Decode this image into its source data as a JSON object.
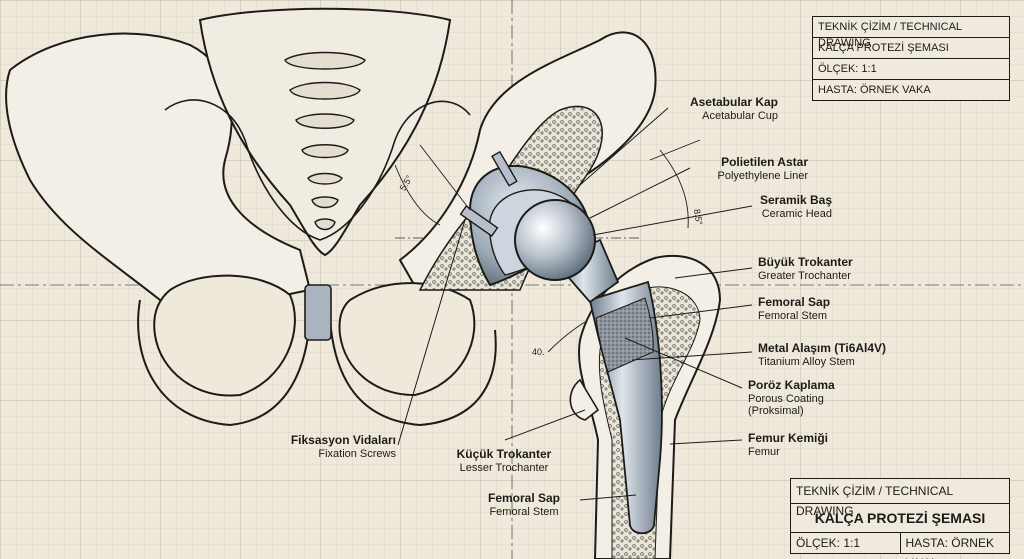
{
  "title_block_top": {
    "row1": "TEKNİK ÇİZİM / TECHNICAL DRAWING",
    "row2": "KALÇA PROTEZİ ŞEMASI",
    "row3": "ÖLÇEK: 1:1",
    "row4": "HASTA: ÖRNEK VAKA"
  },
  "title_block_bottom": {
    "row1": "TEKNİK ÇİZİM / TECHNICAL DRAWING",
    "title": "KALÇA PROTEZİ ŞEMASI",
    "scale": "ÖLÇEK: 1:1",
    "patient": "HASTA: ÖRNEK VAKA"
  },
  "labels": {
    "acetabular_cup": {
      "tr": "Asetabular Kap",
      "en": "Acetabular Cup"
    },
    "liner": {
      "tr": "Polietilen Astar",
      "en": "Polyethylene Liner"
    },
    "ceramic_head": {
      "tr": "Seramik Baş",
      "en": "Ceramic Head"
    },
    "greater_trochanter": {
      "tr": "Büyük Trokanter",
      "en": "Greater Trochanter"
    },
    "femoral_stem_right": {
      "tr": "Femoral Sap",
      "en": "Femoral Stem"
    },
    "alloy": {
      "tr": "Metal Alaşım (Ti6Al4V)",
      "en": "Titanium Alloy Stem"
    },
    "porous": {
      "tr": "Poröz Kaplama",
      "en": "Porous Coating",
      "en2": "(Proksimal)"
    },
    "femur": {
      "tr": "Femur Kemiği",
      "en": "Femur"
    },
    "screws": {
      "tr": "Fiksasyon Vidaları",
      "en": "Fixation Screws"
    },
    "lesser_trochanter": {
      "tr": "Küçük Trokanter",
      "en": "Lesser Trochanter"
    },
    "femoral_stem_bottom": {
      "tr": "Femoral Sap",
      "en": "Femoral Stem"
    }
  },
  "dimensions": {
    "angle_left": "5.5°",
    "angle_right": "8.5°",
    "angle_bottom": "40."
  },
  "colors": {
    "paper": "#efe9dc",
    "grid": "#c9c3b6",
    "ink": "#1d1b18",
    "bone": "#f3efe6",
    "metal": "#9aa7b5",
    "metal_dark": "#5d6c7c",
    "porous": "#7d858d"
  }
}
